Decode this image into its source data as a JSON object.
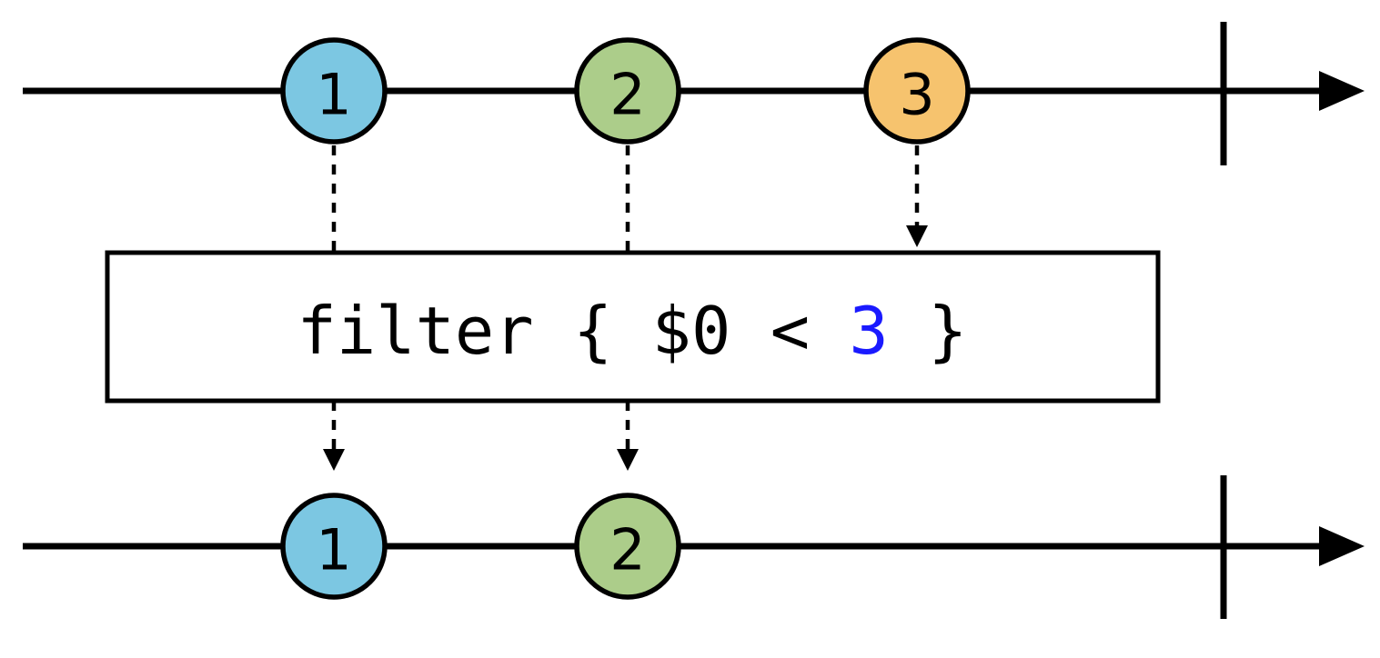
{
  "diagram": {
    "type": "marble-diagram",
    "operator": {
      "text_prefix": "filter { $0 < ",
      "text_highlight": "3",
      "text_suffix": " }",
      "full_text": "filter { $0 < 3 }",
      "highlight_color": "#1A1AFF"
    },
    "input_stream": {
      "marbles": [
        {
          "label": "1",
          "color": "#7CC7E2"
        },
        {
          "label": "2",
          "color": "#ACCD8A"
        },
        {
          "label": "3",
          "color": "#F6C36E"
        }
      ]
    },
    "output_stream": {
      "marbles": [
        {
          "label": "1",
          "color": "#7CC7E2"
        },
        {
          "label": "2",
          "color": "#ACCD8A"
        }
      ]
    },
    "stroke_color": "#000000"
  }
}
